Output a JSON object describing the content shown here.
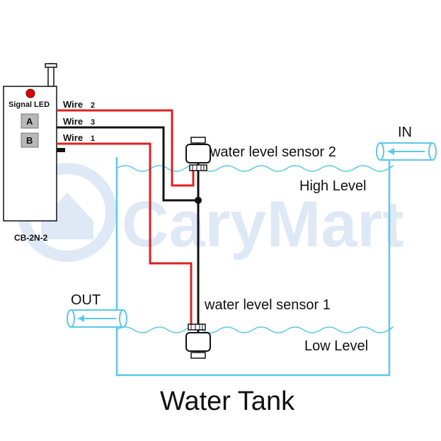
{
  "watermark": "CaryMart",
  "controller": {
    "model": "CB-2N-2",
    "signal_led_label": "Signal LED",
    "button_a": "A",
    "button_b": "B"
  },
  "wires": [
    {
      "label": "Wire",
      "number": "2",
      "color": "#e02020"
    },
    {
      "label": "Wire",
      "number": "3",
      "color": "#111111"
    },
    {
      "label": "Wire",
      "number": "1",
      "color": "#e02020"
    }
  ],
  "sensors": {
    "upper": "water level sensor 2",
    "lower": "water level sensor 1"
  },
  "levels": {
    "high": "High Level",
    "low": "Low Level"
  },
  "pipes": {
    "in": "IN",
    "out": "OUT"
  },
  "tank_title": "Water Tank",
  "colors": {
    "tank": "#5bc8e8",
    "wire_red": "#e02020",
    "wire_black": "#111111",
    "led": "#e00000",
    "watermark": "#c5d7ee"
  }
}
